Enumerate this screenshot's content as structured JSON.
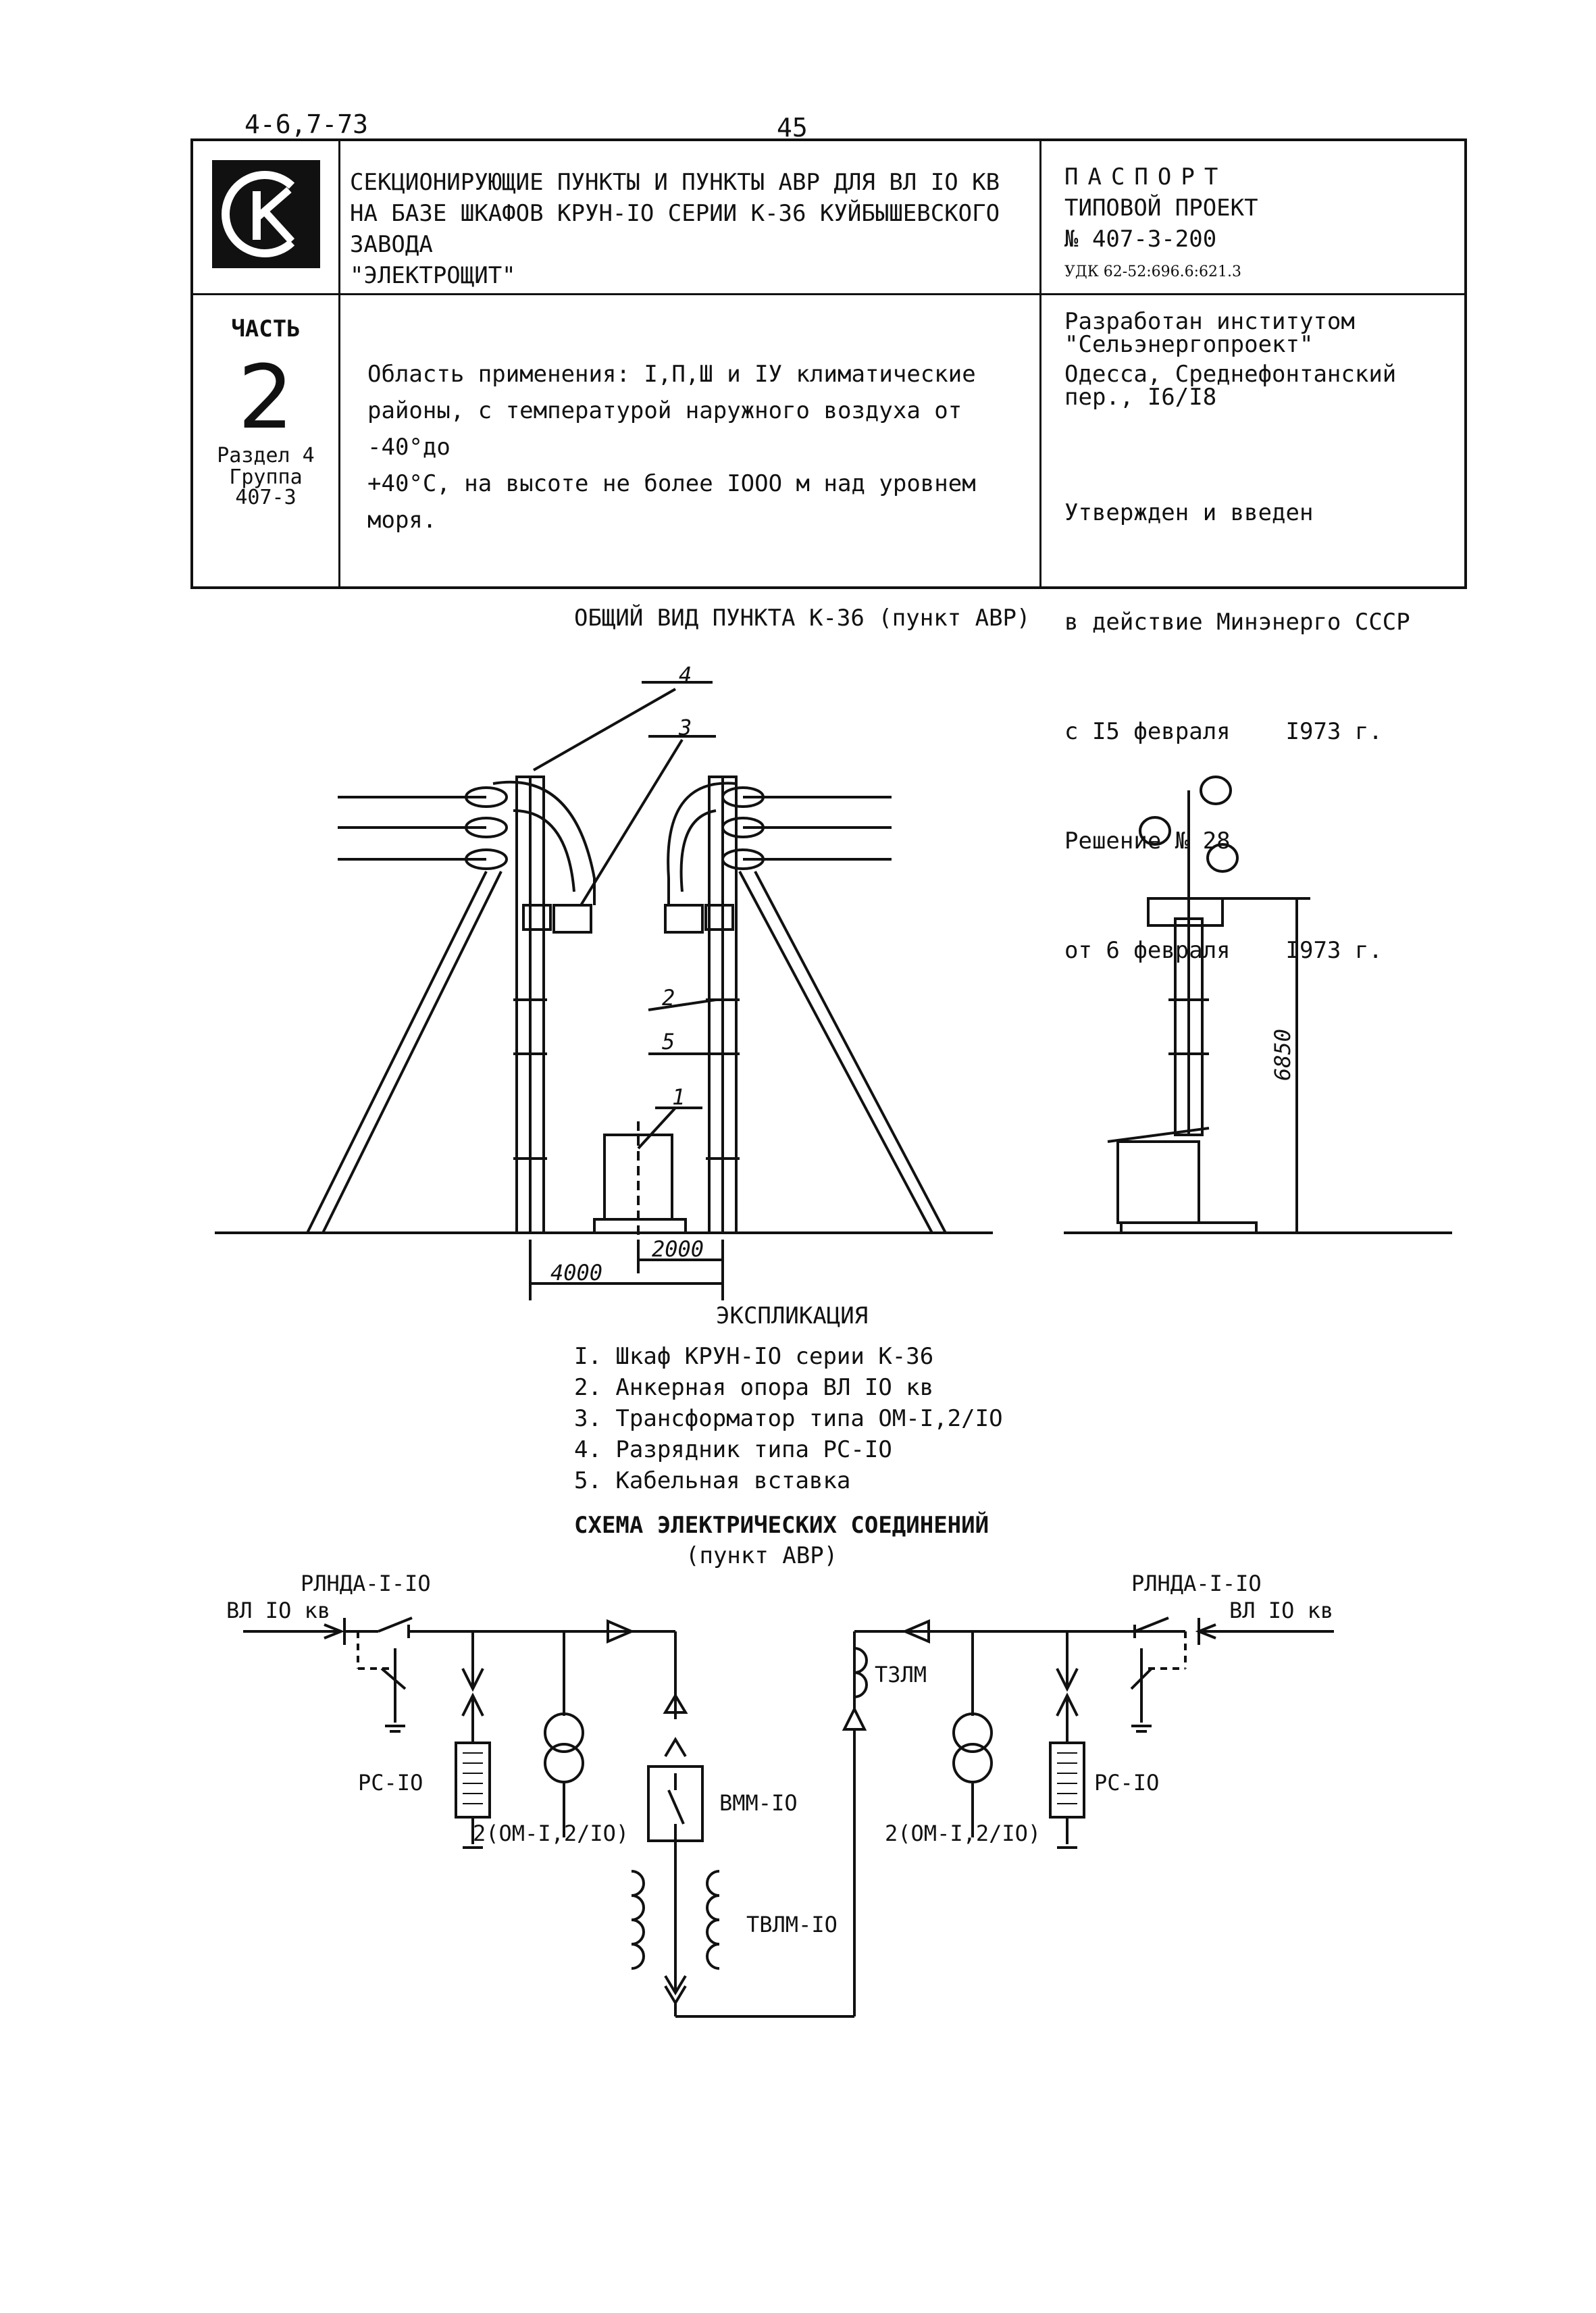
{
  "page": {
    "code": "4-6,7-73",
    "number": "45"
  },
  "header": {
    "title_lines": [
      "СЕКЦИОНИРУЮЩИЕ ПУНКТЫ И ПУНКТЫ АВР ДЛЯ ВЛ IO КВ",
      "НА БАЗЕ ШКАФОВ КРУН-IO СЕРИИ К-36 КУЙБЫШЕВСКОГО ЗАВОДА",
      "\"ЭЛЕКТРОЩИТ\""
    ],
    "passport": {
      "label": "ПАСПОРТ",
      "project": "ТИПОВОЙ ПРОЕКТ",
      "number": "№ 407-3-200",
      "udk": "УДК 62-52:696.6:621.3"
    },
    "part": {
      "label": "ЧАСТЬ",
      "number": "2",
      "section": "Раздел 4",
      "group": "Группа",
      "group_number": "407-3"
    },
    "application": [
      "Область применения: I,П,Ш и IУ климатические",
      "районы, с температурой наружного воздуха от -40°до",
      "+40°С, на высоте не более IOOO м над уровнем моря."
    ],
    "developer": [
      "Разработан институтом",
      "\"Сельэнергопроект\"",
      "Одесса, Среднефонтанский",
      "пер., I6/I8"
    ],
    "approval": [
      "Утвержден и введен",
      "в действие Минэнерго СССР",
      "с I5 февраля    I973 г.",
      "Решение № 28",
      "от 6 февраля    I973 г."
    ]
  },
  "general_view": {
    "title": "ОБЩИЙ ВИД ПУНКТА К-36 (пункт АВР)",
    "callouts": [
      "1",
      "2",
      "3",
      "4",
      "5"
    ],
    "dimensions": {
      "span_a": "4000",
      "span_b": "2000",
      "height": "6850"
    }
  },
  "explication": {
    "title": "ЭКСПЛИКАЦИЯ",
    "items": [
      "I. Шкаф КРУН-IO серии К-36",
      "2. Анкерная опора ВЛ IO кв",
      "3. Трансформатор типа ОМ-I,2/IO",
      "4. Разрядник типа РС-IO",
      "5. Кабельная вставка"
    ]
  },
  "schematic": {
    "title": "СХЕМА ЭЛЕКТРИЧЕСКИХ СОЕДИНЕНИЙ",
    "subtitle": "(пункт АВР)",
    "left_switch": "РЛНДА-I-IO",
    "left_line": "ВЛ IO кв",
    "right_switch": "РЛНДА-I-IO",
    "right_line": "ВЛ IO кв",
    "arrester_left": "РС-IO",
    "arrester_right": "РС-IO",
    "transformer_left": "2(ОМ-I,2/IO)",
    "transformer_right": "2(ОМ-I,2/IO)",
    "breaker": "ВММ-IO",
    "ct_bottom": "ТВЛМ-IO",
    "ct_top": "ТЗЛМ"
  }
}
